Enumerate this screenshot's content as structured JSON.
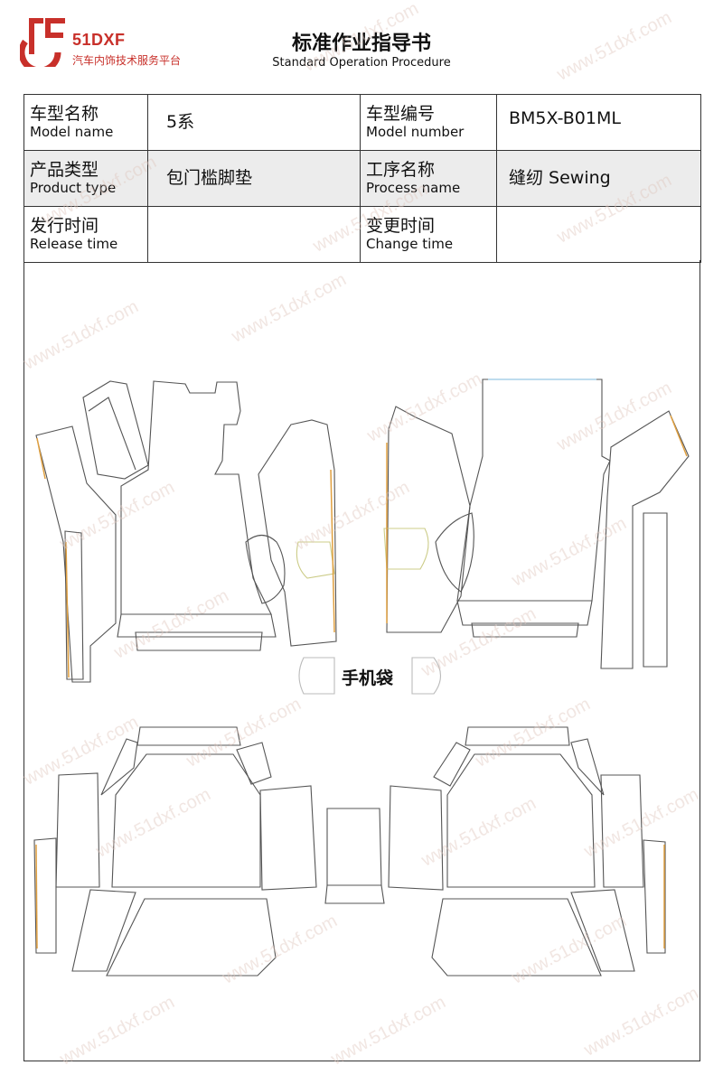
{
  "brand": {
    "logo_text": "51DXF",
    "tagline": "汽车内饰技术服务平台"
  },
  "header": {
    "title": "标准作业指导书",
    "subtitle": "Standard Operation Procedure"
  },
  "info": {
    "model_name": {
      "zh": "车型名称",
      "en": "Model name",
      "value": "5系"
    },
    "model_number": {
      "zh": "车型编号",
      "en": "Model number",
      "value": "BM5X-B01ML"
    },
    "product_type": {
      "zh": "产品类型",
      "en": "Product type",
      "value": "包门槛脚垫"
    },
    "process_name": {
      "zh": "工序名称",
      "en": "Process name",
      "value": "缝纫 Sewing"
    },
    "release_time": {
      "zh": "发行时间",
      "en": "Release time",
      "value": ""
    },
    "change_time": {
      "zh": "变更时间",
      "en": "Change time",
      "value": ""
    }
  },
  "drawing": {
    "pocket_label": "手机袋"
  },
  "watermark": "www.51dxf.com",
  "colors": {
    "brand": "#c8302a",
    "shaded_row": "#ececec",
    "outline": "#555555",
    "accent_orange": "#e0a040",
    "accent_yellow": "#e8dc80",
    "accent_blue": "#a8d0e8"
  }
}
